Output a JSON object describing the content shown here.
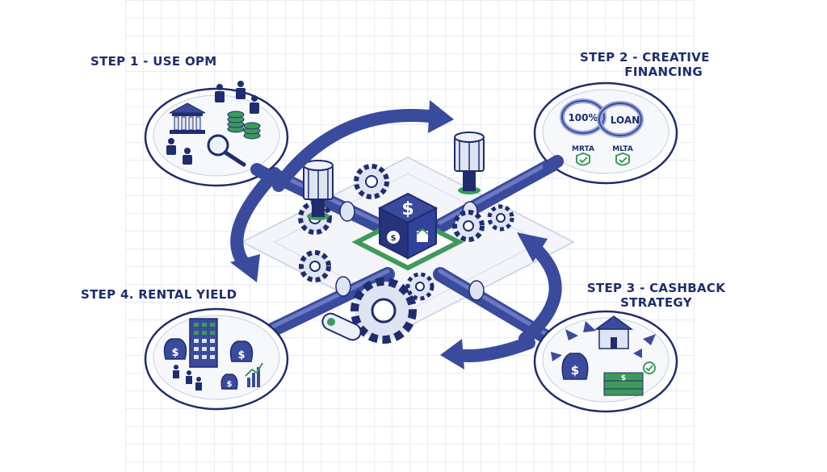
{
  "steps": {
    "step1": {
      "title": "STEP 1 - USE OPM"
    },
    "step2": {
      "title_line1": "STEP 2 - CREATIVE",
      "title_line2": "FINANCING",
      "ring_left": "100%",
      "ring_right": "LOAN",
      "badge_left": "MRTA",
      "badge_right": "MLTA"
    },
    "step3": {
      "title_line1": "STEP 3 - CASHBACK",
      "title_line2": "STRATEGY"
    },
    "step4": {
      "title": "STEP 4. RENTAL YIELD"
    }
  },
  "colors": {
    "navy": "#1f2c6e",
    "blue": "#3a4a9c",
    "mid_blue": "#5b6bb5",
    "light_blue": "#dfe4f3",
    "green": "#3e9a5b",
    "grid": "#e9ecf4"
  },
  "icons": [
    "bank-icon",
    "person-icon",
    "coin-stack-icon",
    "magnifier-icon",
    "check-shield-icon",
    "house-icon",
    "money-bag-icon",
    "dollar-bill-icon",
    "building-icon",
    "bar-chart-icon",
    "gear-icon",
    "dollar-cube-icon"
  ]
}
